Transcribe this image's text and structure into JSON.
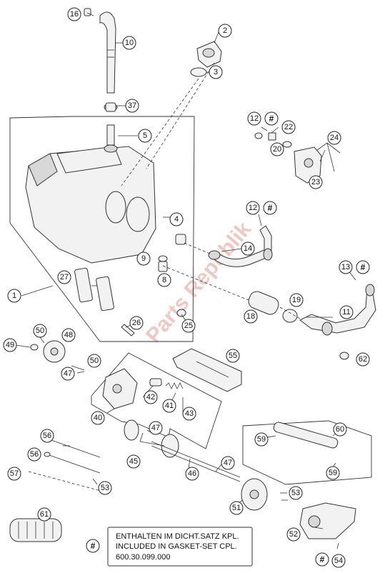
{
  "watermark": "Parts Republik",
  "note": {
    "symbol": "#",
    "lines": [
      "ENTHALTEN IM DICHT.SATZ KPL.",
      "INCLUDED IN GASKET-SET CPL.",
      "600.30.099.000"
    ]
  },
  "callouts": [
    {
      "id": "c16",
      "label": "16"
    },
    {
      "id": "c10",
      "label": "10"
    },
    {
      "id": "c37",
      "label": "37"
    },
    {
      "id": "c2",
      "label": "2"
    },
    {
      "id": "c3",
      "label": "3"
    },
    {
      "id": "c5",
      "label": "5"
    },
    {
      "id": "c12a",
      "label": "12"
    },
    {
      "id": "h1",
      "label": "#"
    },
    {
      "id": "c22",
      "label": "22"
    },
    {
      "id": "c20",
      "label": "20"
    },
    {
      "id": "c24",
      "label": "24"
    },
    {
      "id": "c23",
      "label": "23"
    },
    {
      "id": "c12b",
      "label": "12"
    },
    {
      "id": "h2",
      "label": "#"
    },
    {
      "id": "c4",
      "label": "4"
    },
    {
      "id": "c14",
      "label": "14"
    },
    {
      "id": "c9",
      "label": "9"
    },
    {
      "id": "c8",
      "label": "8"
    },
    {
      "id": "c13",
      "label": "13"
    },
    {
      "id": "h3",
      "label": "#"
    },
    {
      "id": "c27",
      "label": "27"
    },
    {
      "id": "c1",
      "label": "1"
    },
    {
      "id": "c19",
      "label": "19"
    },
    {
      "id": "c18",
      "label": "18"
    },
    {
      "id": "c11",
      "label": "11"
    },
    {
      "id": "c26",
      "label": "26"
    },
    {
      "id": "c25",
      "label": "25"
    },
    {
      "id": "c49",
      "label": "49"
    },
    {
      "id": "c50a",
      "label": "50"
    },
    {
      "id": "c48",
      "label": "48"
    },
    {
      "id": "c62",
      "label": "62"
    },
    {
      "id": "c55",
      "label": "55"
    },
    {
      "id": "c50b",
      "label": "50"
    },
    {
      "id": "c47a",
      "label": "47"
    },
    {
      "id": "c42",
      "label": "42"
    },
    {
      "id": "c41",
      "label": "41"
    },
    {
      "id": "c43",
      "label": "43"
    },
    {
      "id": "c40",
      "label": "40"
    },
    {
      "id": "c47b",
      "label": "47"
    },
    {
      "id": "c60",
      "label": "60"
    },
    {
      "id": "c59a",
      "label": "59"
    },
    {
      "id": "c56a",
      "label": "56"
    },
    {
      "id": "c56b",
      "label": "56"
    },
    {
      "id": "c45",
      "label": "45"
    },
    {
      "id": "c59b",
      "label": "59"
    },
    {
      "id": "c57",
      "label": "57"
    },
    {
      "id": "c46",
      "label": "46"
    },
    {
      "id": "c47c",
      "label": "47"
    },
    {
      "id": "c53a",
      "label": "53"
    },
    {
      "id": "c53b",
      "label": "53"
    },
    {
      "id": "c51",
      "label": "51"
    },
    {
      "id": "c61",
      "label": "61"
    },
    {
      "id": "c52",
      "label": "52"
    },
    {
      "id": "h4",
      "label": "#"
    },
    {
      "id": "c54",
      "label": "54"
    }
  ]
}
